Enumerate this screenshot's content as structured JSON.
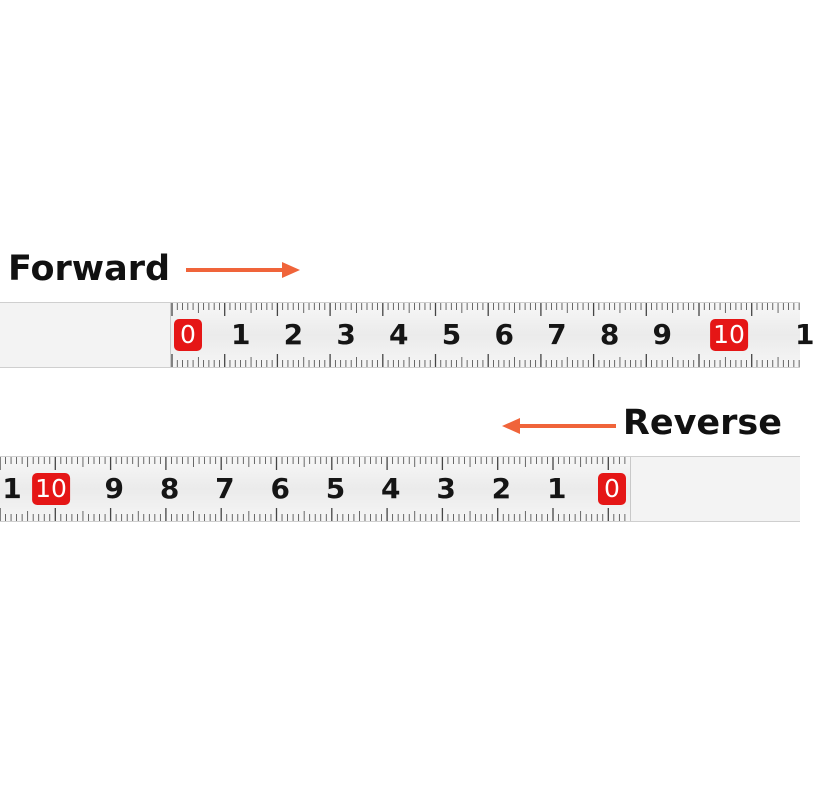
{
  "forward": {
    "label": "Forward",
    "arrow_color": "#f0643a",
    "numbers": [
      "0",
      "1",
      "2",
      "3",
      "4",
      "5",
      "6",
      "7",
      "8",
      "9",
      "10",
      "1"
    ],
    "highlighted": [
      "0",
      "10"
    ]
  },
  "reverse": {
    "label": "Reverse",
    "arrow_color": "#f0643a",
    "numbers": [
      "1",
      "10",
      "9",
      "8",
      "7",
      "6",
      "5",
      "4",
      "3",
      "2",
      "1",
      "0"
    ],
    "highlighted": [
      "10",
      "0"
    ]
  },
  "colors": {
    "highlight_red": "#e51616",
    "tape_background": "#efefef",
    "tick_color": "#444444"
  }
}
